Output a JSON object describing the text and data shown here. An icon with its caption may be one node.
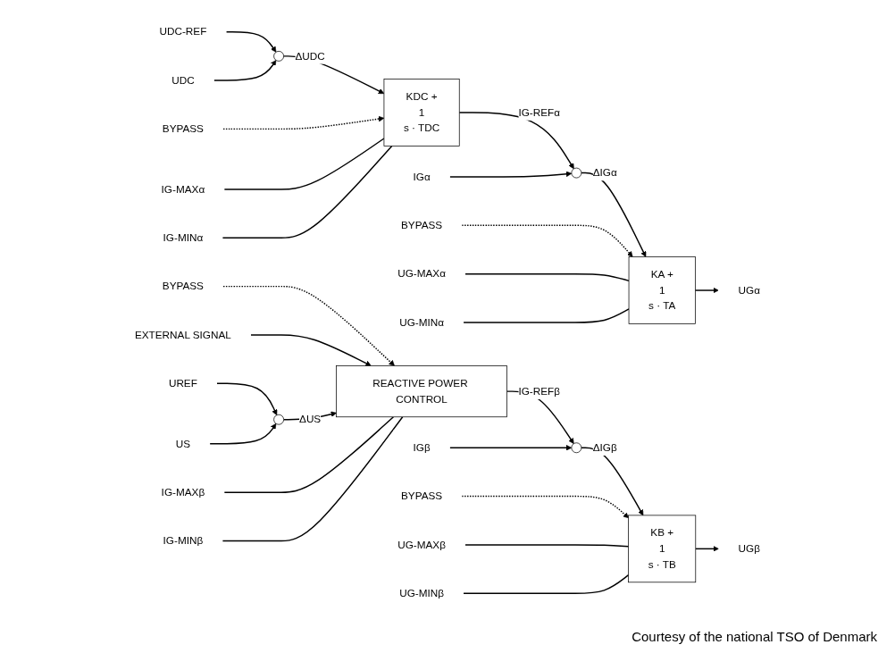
{
  "diagram": {
    "caption": "Courtesy of the national TSO of Denmark",
    "nodes": [
      {
        "text": [
          "UDC-REF"
        ]
      },
      {
        "text": [],
        "shape": "circle"
      },
      {
        "text": [
          "UDC"
        ]
      },
      {
        "text": [
          "BYPASS"
        ]
      },
      {
        "text": [
          "KDC +",
          "1",
          "s · TDC"
        ]
      },
      {
        "text": [
          "IG-MAXα"
        ]
      },
      {
        "text": [
          "IG-MINα"
        ]
      },
      {
        "text": [],
        "shape": "circle"
      },
      {
        "text": [
          "IGα"
        ]
      },
      {
        "text": [
          "BYPASS"
        ]
      },
      {
        "text": [
          "KA +",
          "1",
          "s · TA"
        ]
      },
      {
        "text": [
          "UG-MAXα"
        ]
      },
      {
        "text": [
          "UG-MINα"
        ]
      },
      {
        "text": [
          "UGα"
        ]
      },
      {
        "text": [
          "BYPASS"
        ]
      },
      {
        "text": [
          "EXTERNAL SIGNAL"
        ]
      },
      {
        "text": [
          "UREF"
        ]
      },
      {
        "text": [],
        "shape": "circle"
      },
      {
        "text": [
          "US"
        ]
      },
      {
        "text": [
          "REACTIVE POWER CONTROL"
        ]
      },
      {
        "text": [
          "IG-MAXβ"
        ]
      },
      {
        "text": [
          "IG-MINβ"
        ]
      },
      {
        "text": [],
        "shape": "circle"
      },
      {
        "text": [
          "IGβ"
        ]
      },
      {
        "text": [
          "BYPASS"
        ]
      },
      {
        "text": [
          "KB +",
          "1",
          "s · TB"
        ]
      },
      {
        "text": [
          "UG-MAXβ"
        ]
      },
      {
        "text": [
          "UG-MINβ"
        ]
      },
      {
        "text": [
          "UGβ"
        ]
      }
    ],
    "edges": [
      {
        "from": 0,
        "to": 1,
        "arrow": "to"
      },
      {
        "from": 2,
        "to": 1,
        "arrow": "to"
      },
      {
        "from": 1,
        "to": 4,
        "arrow": "to",
        "label": "ΔUDC"
      },
      {
        "from": 3,
        "to": 4,
        "arrow": "to",
        "style": "dashed"
      },
      {
        "from": 5,
        "to": 4,
        "arrow": "none"
      },
      {
        "from": 6,
        "to": 4,
        "arrow": "none"
      },
      {
        "from": 4,
        "to": 7,
        "arrow": "to",
        "label": "IG-REFα"
      },
      {
        "from": 8,
        "to": 7,
        "arrow": "to"
      },
      {
        "from": 7,
        "to": 10,
        "arrow": "to",
        "label": "ΔIGα"
      },
      {
        "from": 9,
        "to": 10,
        "arrow": "to",
        "style": "dashed"
      },
      {
        "from": 11,
        "to": 10,
        "arrow": "none"
      },
      {
        "from": 12,
        "to": 10,
        "arrow": "none"
      },
      {
        "from": 10,
        "to": 13,
        "arrow": "to"
      },
      {
        "from": 14,
        "to": 19,
        "arrow": "to",
        "style": "dashed"
      },
      {
        "from": 15,
        "to": 19,
        "arrow": "to"
      },
      {
        "from": 16,
        "to": 17,
        "arrow": "to"
      },
      {
        "from": 18,
        "to": 17,
        "arrow": "to"
      },
      {
        "from": 17,
        "to": 19,
        "arrow": "to",
        "label": "ΔUS"
      },
      {
        "from": 20,
        "to": 19,
        "arrow": "none"
      },
      {
        "from": 21,
        "to": 19,
        "arrow": "none"
      },
      {
        "from": 19,
        "to": 22,
        "arrow": "to",
        "label": "IG-REFβ"
      },
      {
        "from": 23,
        "to": 22,
        "arrow": "to"
      },
      {
        "from": 22,
        "to": 25,
        "arrow": "to",
        "label": "ΔIGβ"
      },
      {
        "from": 24,
        "to": 25,
        "arrow": "to",
        "style": "dashed"
      },
      {
        "from": 26,
        "to": 25,
        "arrow": "none"
      },
      {
        "from": 27,
        "to": 25,
        "arrow": "none"
      },
      {
        "from": 25,
        "to": 28,
        "arrow": "to"
      }
    ]
  }
}
